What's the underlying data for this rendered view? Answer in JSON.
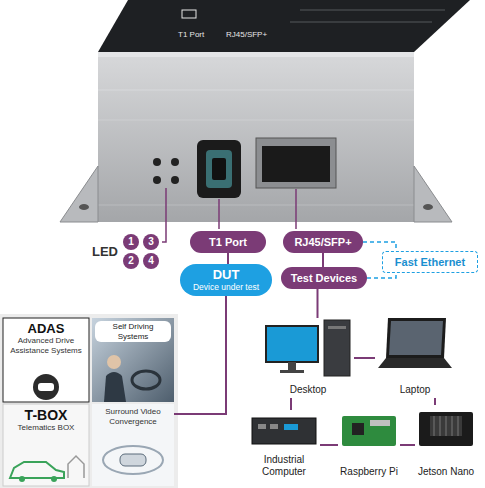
{
  "diagram": {
    "nodes": [
      {
        "text": [
          "T1 Port"
        ]
      },
      {
        "text": [
          "RJ45/SFP+"
        ]
      },
      {
        "text": [
          "DUT",
          "Device under test"
        ]
      },
      {
        "text": [
          "Test Devices"
        ]
      },
      {
        "text": [
          "Fast Ethernet"
        ]
      },
      {
        "text": [
          "ADAS",
          "Advanced Drive Assistance Systems"
        ]
      },
      {
        "text": [
          "Self Driving Systems"
        ]
      },
      {
        "text": [
          "T-BOX",
          "Telematics BOX"
        ]
      },
      {
        "text": [
          "Surround Video Convergence"
        ]
      },
      {
        "text": [
          "Desktop"
        ]
      },
      {
        "text": [
          "Laptop"
        ]
      },
      {
        "text": [
          "Industrial Computer"
        ]
      },
      {
        "text": [
          "Raspberry Pi"
        ]
      },
      {
        "text": [
          "Jetson Nano"
        ]
      }
    ],
    "edges": [
      {
        "from": 0,
        "to": 2,
        "arrow": "none"
      },
      {
        "from": 2,
        "to": 8,
        "arrow": "none"
      },
      {
        "from": 1,
        "to": 3,
        "arrow": "none"
      },
      {
        "from": 3,
        "to": 9,
        "arrow": "none"
      },
      {
        "from": 9,
        "to": 10,
        "arrow": "none"
      },
      {
        "from": 9,
        "to": 11,
        "arrow": "none"
      },
      {
        "from": 11,
        "to": 12,
        "arrow": "none"
      },
      {
        "from": 12,
        "to": 13,
        "arrow": "none"
      },
      {
        "from": 13,
        "to": 10,
        "arrow": "none"
      },
      {
        "from": 1,
        "to": 4,
        "arrow": "none"
      },
      {
        "from": 3,
        "to": 4,
        "arrow": "none"
      }
    ],
    "labels": [
      "T1 Port",
      "RJ45/SFP+",
      "LED",
      "1",
      "3",
      "2",
      "4"
    ]
  }
}
